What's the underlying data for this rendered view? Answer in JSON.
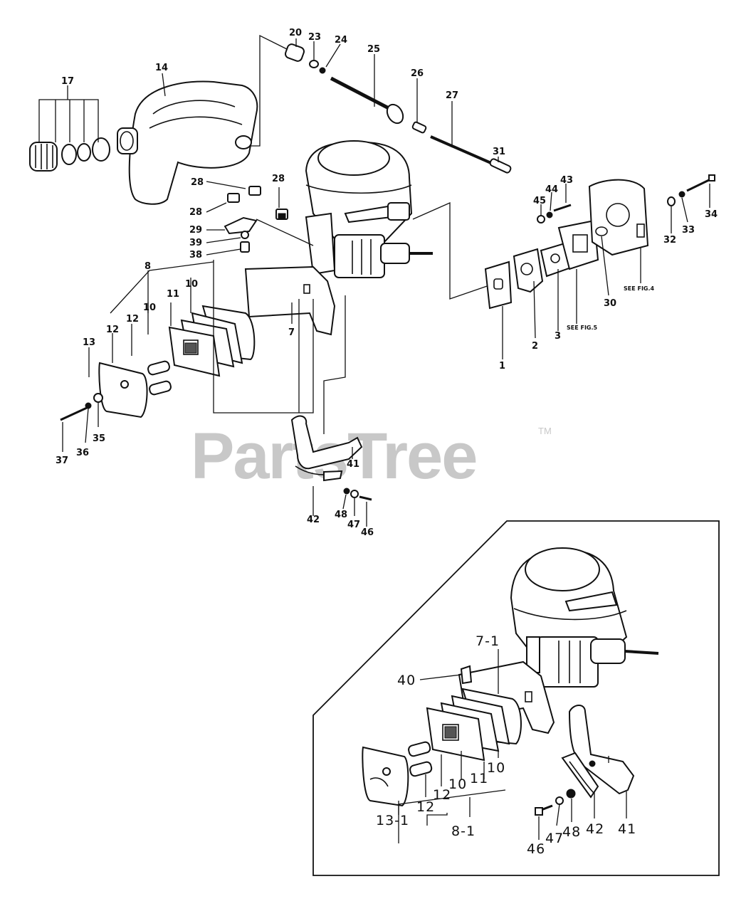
{
  "watermark": {
    "text": "PartsTree",
    "trademark": "TM"
  },
  "notes": {
    "fig4": "SEE FIG.4",
    "fig5": "SEE FIG.5"
  },
  "top_labels": [
    "20",
    "23",
    "24",
    "25",
    "26",
    "27",
    "14",
    "17",
    "31",
    "28",
    "28",
    "28",
    "29",
    "39",
    "38",
    "45",
    "44",
    "43",
    "34",
    "32",
    "33",
    "30",
    "8",
    "10",
    "11",
    "10",
    "12",
    "12",
    "13",
    "7",
    "2",
    "3",
    "1",
    "35",
    "36",
    "37",
    "41",
    "42",
    "48",
    "47",
    "46"
  ],
  "inset_labels": [
    "7-1",
    "40",
    "12",
    "10",
    "11",
    "10",
    "13-1",
    "12",
    "8-1",
    "46",
    "47",
    "48",
    "42",
    "41"
  ]
}
